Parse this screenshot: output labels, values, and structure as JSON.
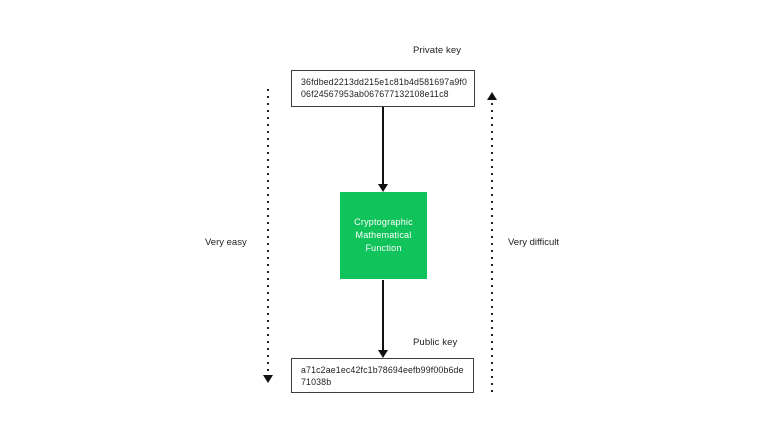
{
  "diagram": {
    "title_hint": "private-to-public-key one-way function diagram",
    "private_key": {
      "label": "Private key",
      "value": "36fdbed2213dd215e1c81b4d581697a9f006f24567953ab067677132108e11c8"
    },
    "function_box": {
      "label": "Cryptographic Mathematical Function"
    },
    "public_key": {
      "label": "Public key",
      "value": "a71c2ae1ec42fc1b78694eefb99f00b6de71038b"
    },
    "left_annotation": "Very easy",
    "right_annotation": "Very difficult",
    "colors": {
      "accent_green": "#10c35a",
      "text": "#1e1e1e",
      "arrow": "#111111",
      "box_border": "#3d3d3d",
      "background": "#ffffff"
    }
  }
}
